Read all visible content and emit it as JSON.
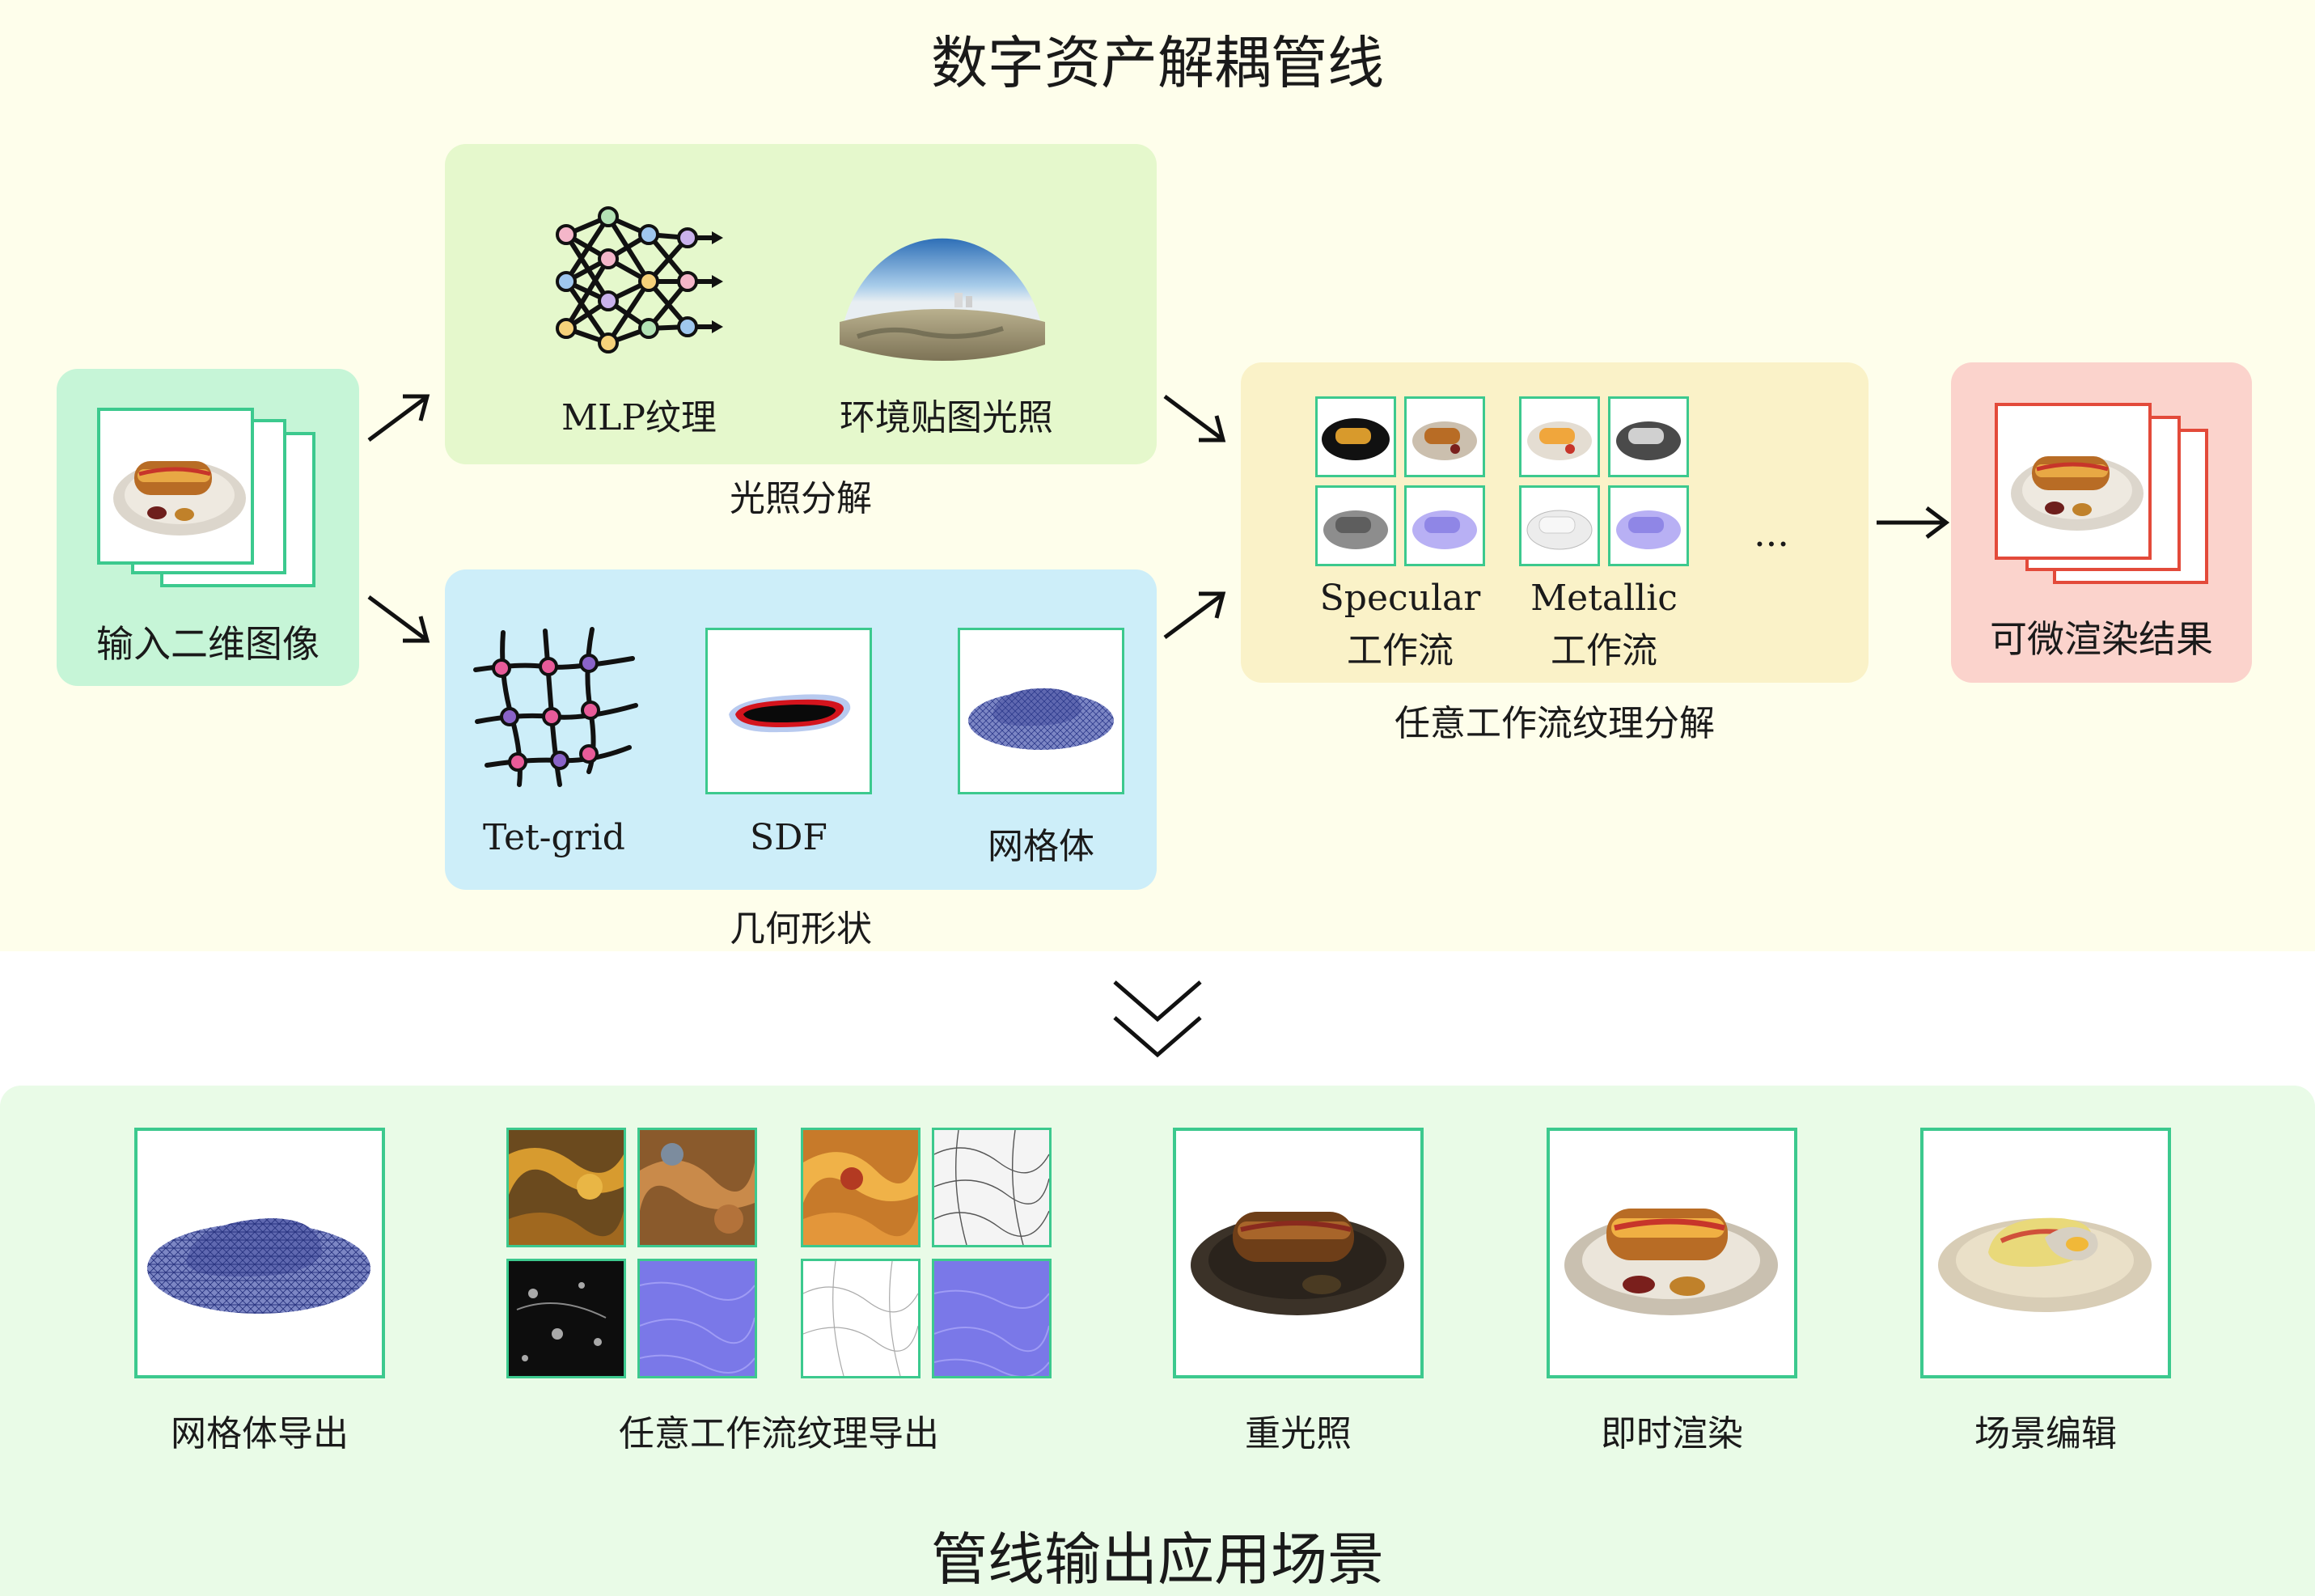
{
  "pipeline_title": "数字资产解耦管线",
  "input": {
    "label": "输入二维图像"
  },
  "lighting": {
    "mlp_label": "MLP纹理",
    "env_label": "环境贴图光照",
    "caption": "光照分解"
  },
  "geometry": {
    "tet_label": "Tet-grid",
    "sdf_label": "SDF",
    "mesh_label": "网格体",
    "caption": "几何形状"
  },
  "texture": {
    "specular_line1": "Specular",
    "specular_line2": "工作流",
    "metallic_line1": "Metallic",
    "metallic_line2": "工作流",
    "ellipsis": "...",
    "caption": "任意工作流纹理分解"
  },
  "result": {
    "label": "可微渲染结果"
  },
  "outputs_title": "管线输出应用场景",
  "outputs": {
    "mesh_export": "网格体导出",
    "texture_export": "任意工作流纹理导出",
    "relighting": "重光照",
    "realtime": "即时渲染",
    "scene_edit": "场景编辑"
  },
  "colors": {
    "top_bg": "#fefeeb",
    "bottom_bg": "#e9fbe7",
    "input_panel": "#c6f5d7",
    "lighting_panel": "#e5f8cc",
    "geometry_panel": "#cdeef9",
    "texture_panel": "#faf2c8",
    "result_panel": "#fbd3cc",
    "frame_green": "#3cc98e",
    "frame_red": "#e34a3a"
  }
}
